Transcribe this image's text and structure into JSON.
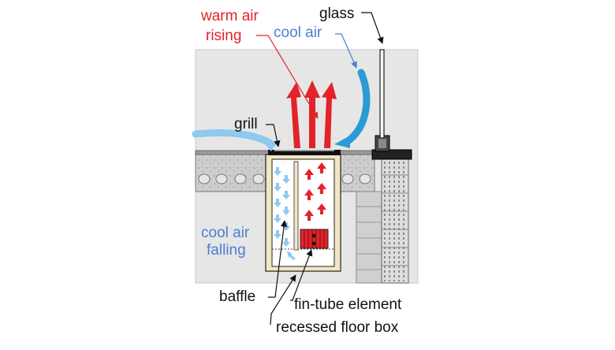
{
  "labels": {
    "warm_air_line1": "warm air",
    "warm_air_line2": "rising",
    "cool_air_top": "cool air",
    "glass": "glass",
    "grill": "grill",
    "cool_air_falling_line1": "cool air",
    "cool_air_falling_line2": "falling",
    "baffle": "baffle",
    "fin_tube_element": "fin-tube element",
    "recessed_floor_box": "recessed floor box"
  },
  "colors": {
    "warm": "#e2232a",
    "cool": "#4a7fd0",
    "cool_arrow": "#2b9ad6",
    "light_cool_arrow": "#8ec9ee",
    "wall_bg": "#e6e6e6",
    "concrete": "#c8c8c8",
    "block": "#cfcfcf",
    "box_wood": "#f3e6c4"
  }
}
